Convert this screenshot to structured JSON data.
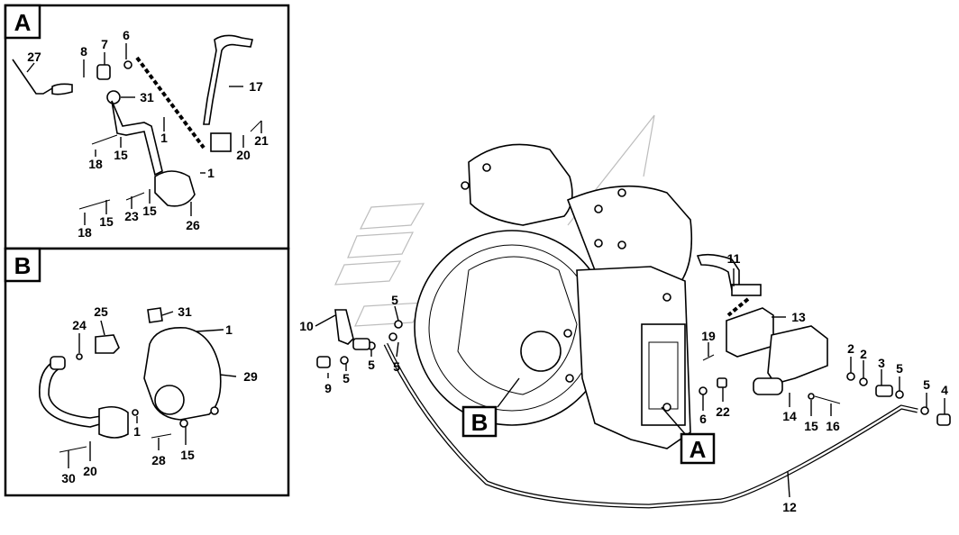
{
  "views": {
    "a": {
      "letter": "A"
    },
    "b": {
      "letter": "B"
    }
  },
  "callouts": {
    "a": [
      "27",
      "8",
      "7",
      "6",
      "31",
      "17",
      "1",
      "21",
      "20",
      "18",
      "15",
      "1",
      "18",
      "15",
      "23",
      "15",
      "26"
    ],
    "b": [
      "25",
      "31",
      "24",
      "1",
      "29",
      "1",
      "30",
      "20",
      "28",
      "15"
    ],
    "main": [
      "5",
      "10",
      "5",
      "5",
      "9",
      "5",
      "11",
      "13",
      "19",
      "2",
      "2",
      "3",
      "5",
      "4",
      "5",
      "6",
      "22",
      "14",
      "15",
      "16",
      "12"
    ]
  },
  "markers": {
    "a": "A",
    "b": "B"
  }
}
